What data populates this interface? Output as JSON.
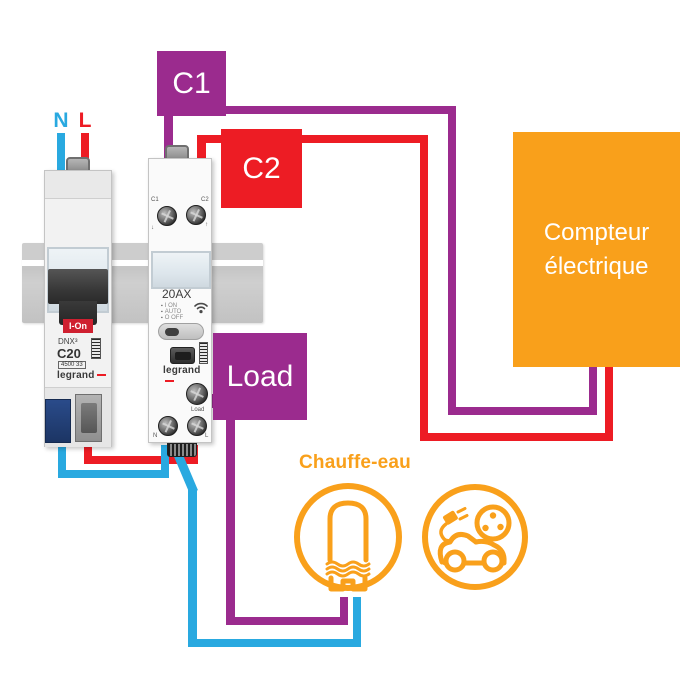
{
  "colors": {
    "purple": "#9b2b8e",
    "red": "#ed1c24",
    "blue": "#29a9e0",
    "orange": "#f9a01b",
    "rail-gray": "#c7c7c7"
  },
  "supply": {
    "neutral_label": "N",
    "line_label": "L"
  },
  "boxes": {
    "c1": "C1",
    "c2": "C2",
    "load": "Load",
    "meter_line1": "Compteur",
    "meter_line2": "électrique"
  },
  "breaker": {
    "series": "DNX³",
    "rating": "C20",
    "reference": "4500 33",
    "brand": "legrand",
    "switch_state": "I-On"
  },
  "contactor": {
    "rating": "20AX",
    "brand": "legrand",
    "terminal_c1": "C1",
    "terminal_c2": "C2",
    "terminal_n": "N",
    "terminal_l": "L",
    "terminal_load": "Load",
    "indicators": [
      "I ON",
      "AUTO",
      "O OFF"
    ]
  },
  "loads": {
    "water_heater_label": "Chauffe-eau"
  },
  "icons": {
    "bullet": "▪",
    "arrow_down": "↓",
    "arrow_up": "↑"
  }
}
